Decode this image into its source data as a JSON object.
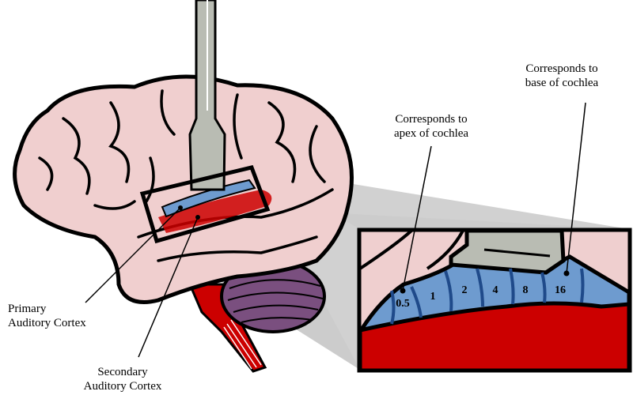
{
  "labels": {
    "apex": [
      "Corresponds to",
      "apex of cochlea"
    ],
    "base": [
      "Corresponds to",
      "base of cochlea"
    ],
    "primary": [
      "Primary",
      "Auditory Cortex"
    ],
    "secondary": [
      "Secondary",
      "Auditory Cortex"
    ]
  },
  "tonotopic_values": [
    "0.5",
    "1",
    "2",
    "4",
    "8",
    "16"
  ],
  "colors": {
    "brain": "#f0cfcf",
    "primary_cortex": "#6e9bcf",
    "secondary_cortex": "#cc0000",
    "cerebellum": "#7a4f7f",
    "probe": "#b9bcb3",
    "projection": "#c8c8c8"
  }
}
